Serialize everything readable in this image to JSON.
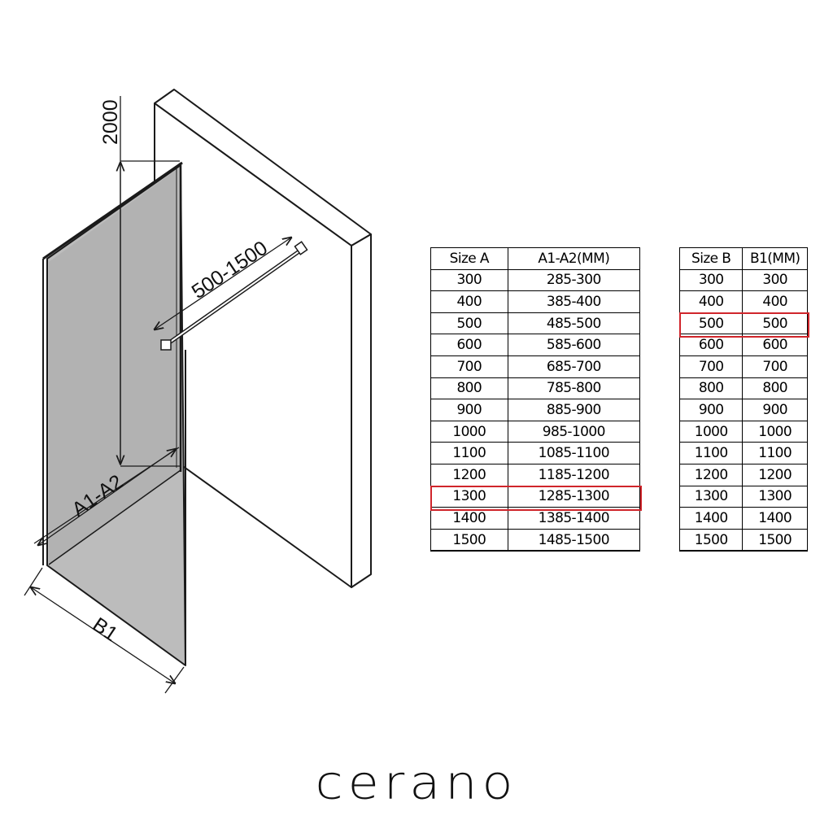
{
  "diagram": {
    "labels": {
      "height": "2000",
      "arm_length": "500-1500",
      "panel_width_a": "A1-A2",
      "panel_width_b": "B1"
    }
  },
  "table_a": {
    "headers": [
      "Size  A",
      "A1-A2(MM)"
    ],
    "rows": [
      [
        "300",
        "285-300"
      ],
      [
        "400",
        "385-400"
      ],
      [
        "500",
        "485-500"
      ],
      [
        "600",
        "585-600"
      ],
      [
        "700",
        "685-700"
      ],
      [
        "800",
        "785-800"
      ],
      [
        "900",
        "885-900"
      ],
      [
        "1000",
        "985-1000"
      ],
      [
        "1100",
        "1085-1100"
      ],
      [
        "1200",
        "1185-1200"
      ],
      [
        "1300",
        "1285-1300"
      ],
      [
        "1400",
        "1385-1400"
      ],
      [
        "1500",
        "1485-1500"
      ]
    ],
    "highlighted_row": "1300"
  },
  "table_b": {
    "headers": [
      "Size  B",
      "B1(MM)"
    ],
    "rows": [
      [
        "300",
        "300"
      ],
      [
        "400",
        "400"
      ],
      [
        "500",
        "500"
      ],
      [
        "600",
        "600"
      ],
      [
        "700",
        "700"
      ],
      [
        "800",
        "800"
      ],
      [
        "900",
        "900"
      ],
      [
        "1000",
        "1000"
      ],
      [
        "1100",
        "1100"
      ],
      [
        "1200",
        "1200"
      ],
      [
        "1300",
        "1300"
      ],
      [
        "1400",
        "1400"
      ],
      [
        "1500",
        "1500"
      ]
    ],
    "highlighted_row": "500"
  },
  "brand": "cerano",
  "colors": {
    "highlight": "#d0252b",
    "glass": "#bcbcbc",
    "wall": "#ffffff",
    "line": "#1a1a1a"
  }
}
